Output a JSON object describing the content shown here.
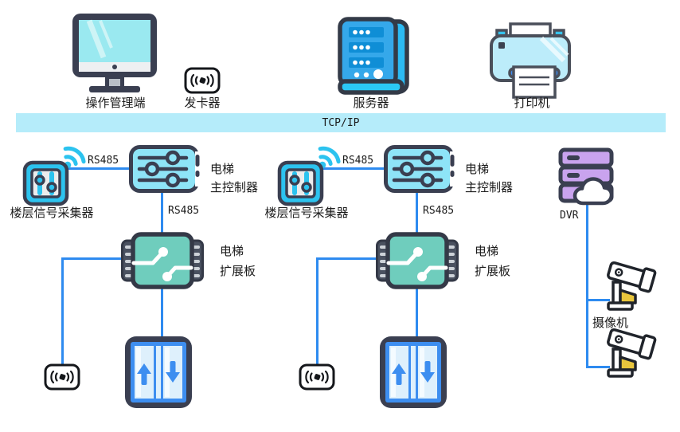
{
  "top": {
    "devices": [
      {
        "name": "management-terminal",
        "label": "操作管理端"
      },
      {
        "name": "card-issuer",
        "label": "发卡器"
      },
      {
        "name": "server",
        "label": "服务器"
      },
      {
        "name": "printer",
        "label": "打印机"
      }
    ]
  },
  "backbone": {
    "label": "TCP/IP"
  },
  "branches": [
    {
      "collector": "楼层信号采集器",
      "link1": "RS485",
      "controller1": "电梯",
      "controller2": "主控制器",
      "link2": "RS485",
      "expansion1": "电梯",
      "expansion2": "扩展板"
    },
    {
      "collector": "楼层信号采集器",
      "link1": "RS485",
      "controller1": "电梯",
      "controller2": "主控制器",
      "link2": "RS485",
      "expansion1": "电梯",
      "expansion2": "扩展板"
    }
  ],
  "surveillance": {
    "dvr": "DVR",
    "camera": "摄像机"
  },
  "colors": {
    "backbone_band": "#b5ecfa",
    "connection_line": "#2e8bf0",
    "icon_outline": "#3a3f51",
    "controller_cyan": "#8ee4f7",
    "collector_cyan": "#2cc3ef",
    "board_teal": "#6fcdbd",
    "elevator_blue": "#3d8ef0",
    "dvr_purple": "#c9a3ee",
    "camera_yellow": "#e9c63d"
  }
}
